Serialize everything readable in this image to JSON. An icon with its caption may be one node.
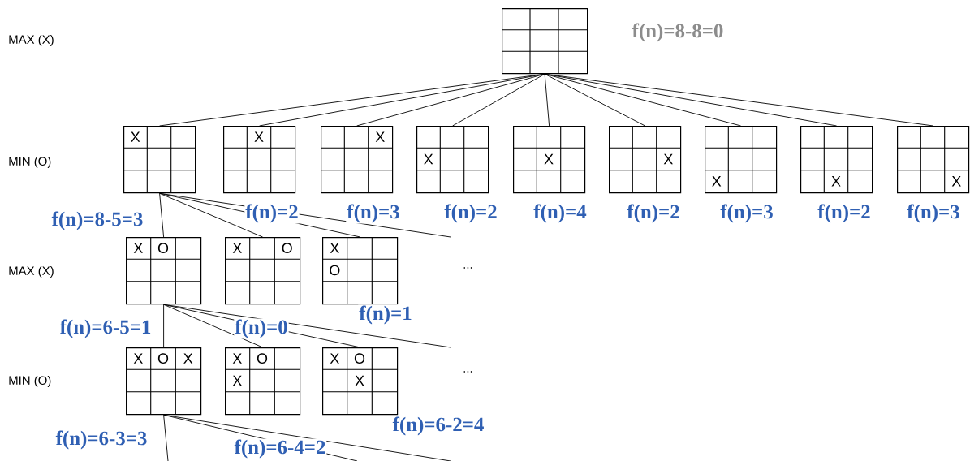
{
  "diagram": {
    "nodes": [
      {
        "text": [],
        "shape": "grid",
        "beside": [
          "f(n)=8-8=0"
        ]
      },
      {
        "text": [
          "X"
        ],
        "beside": [
          "f(n)=8-5=3"
        ]
      },
      {
        "text": [
          "X"
        ],
        "beside": [
          "f(n)=2"
        ]
      },
      {
        "text": [
          "X"
        ],
        "beside": [
          "f(n)=3"
        ]
      },
      {
        "text": [
          "X"
        ],
        "beside": [
          "f(n)=2"
        ]
      },
      {
        "text": [
          "X"
        ],
        "beside": [
          "f(n)=4"
        ]
      },
      {
        "text": [
          "X"
        ],
        "beside": [
          "f(n)=2"
        ]
      },
      {
        "text": [
          "X"
        ],
        "beside": [
          "f(n)=3"
        ]
      },
      {
        "text": [
          "X"
        ],
        "beside": [
          "f(n)=2"
        ]
      },
      {
        "text": [
          "X"
        ],
        "beside": [
          "f(n)=3"
        ]
      },
      {
        "text": [
          "X",
          "O"
        ],
        "beside": [
          "f(n)=6-5=1"
        ]
      },
      {
        "text": [
          "X",
          "O"
        ],
        "beside": [
          "f(n)=0"
        ]
      },
      {
        "text": [
          "X",
          "O"
        ],
        "beside": [
          "f(n)=1"
        ]
      },
      {
        "text": [
          "X",
          "O",
          "X"
        ],
        "beside": [
          "f(n)=6-3=3"
        ]
      },
      {
        "text": [
          "X",
          "O",
          "X"
        ],
        "beside": [
          "f(n)=6-4=2"
        ]
      },
      {
        "text": [
          "X",
          "O",
          "X"
        ],
        "beside": [
          "f(n)=6-2=4"
        ]
      }
    ],
    "edges": [
      {
        "from": 0,
        "to": 1,
        "arrow": "none"
      },
      {
        "from": 0,
        "to": 2,
        "arrow": "none"
      },
      {
        "from": 0,
        "to": 3,
        "arrow": "none"
      },
      {
        "from": 0,
        "to": 4,
        "arrow": "none"
      },
      {
        "from": 0,
        "to": 5,
        "arrow": "none"
      },
      {
        "from": 0,
        "to": 6,
        "arrow": "none"
      },
      {
        "from": 0,
        "to": 7,
        "arrow": "none"
      },
      {
        "from": 0,
        "to": 8,
        "arrow": "none"
      },
      {
        "from": 0,
        "to": 9,
        "arrow": "none"
      },
      {
        "from": 1,
        "to": 10,
        "arrow": "none"
      },
      {
        "from": 1,
        "to": 11,
        "arrow": "none"
      },
      {
        "from": 1,
        "to": 12,
        "arrow": "none"
      },
      {
        "from": 1,
        "to": null,
        "arrow": "none"
      },
      {
        "from": 10,
        "to": 13,
        "arrow": "none"
      },
      {
        "from": 10,
        "to": 14,
        "arrow": "none"
      },
      {
        "from": 10,
        "to": 15,
        "arrow": "none"
      },
      {
        "from": 10,
        "to": null,
        "arrow": "none"
      },
      {
        "from": 13,
        "to": null,
        "arrow": "none"
      },
      {
        "from": 13,
        "to": null,
        "arrow": "none"
      },
      {
        "from": 13,
        "to": null,
        "arrow": "none"
      }
    ],
    "labels": [
      "MAX (X)",
      "MIN (O)",
      "MAX (X)",
      "...",
      "MIN (O)",
      "..."
    ]
  }
}
